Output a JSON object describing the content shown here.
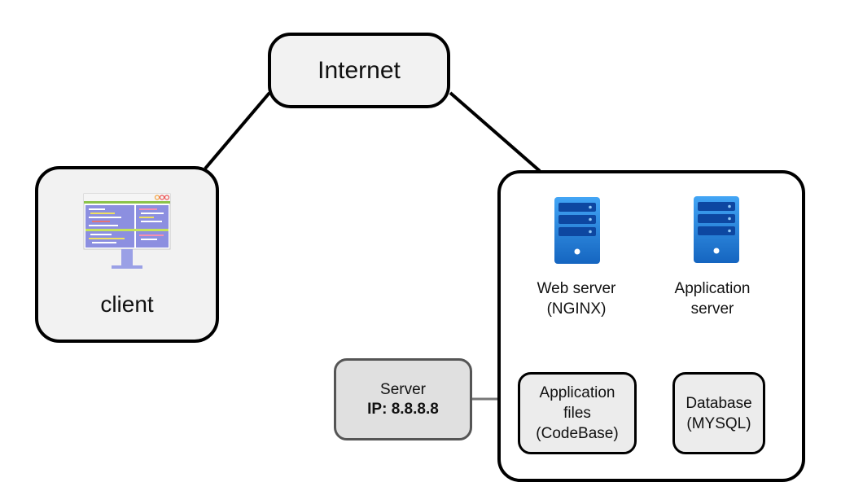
{
  "nodes": {
    "internet": {
      "label": "Internet"
    },
    "client": {
      "label": "client",
      "icon": "monitor-code-icon"
    },
    "server": {
      "title": "Server",
      "ip": "IP: 8.8.8.8"
    },
    "web_server": {
      "line1": "Web server",
      "line2": "(NGINX)",
      "icon": "server-rack-icon"
    },
    "app_server": {
      "line1": "Application",
      "line2": "server",
      "icon": "server-rack-icon"
    },
    "app_files": {
      "line1": "Application",
      "line2": "files",
      "line3": "(CodeBase)"
    },
    "database": {
      "line1": "Database",
      "line2": "(MYSQL)"
    }
  },
  "colors": {
    "box_fill": "#f2f2f2",
    "server_fill": "#e0e0e0",
    "rack_blue": "#1e88e5",
    "border": "#000000"
  }
}
